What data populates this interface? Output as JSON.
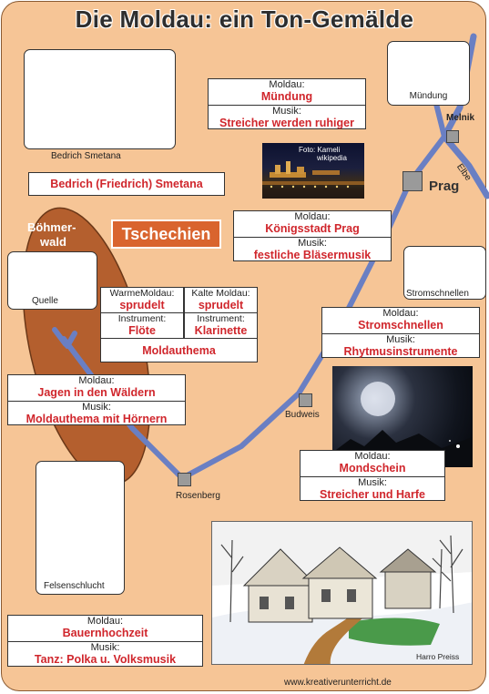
{
  "title": "Die Moldau: ein Ton-Gemälde",
  "footer_url": "www.kreativerunterricht.de",
  "photos": {
    "smetana": "Bedrich Smetana",
    "muendung": "Mündung",
    "quelle": "Quelle",
    "stromschnellen": "Stromschnellen",
    "felsenschlucht": "Felsenschlucht"
  },
  "photo_credit": {
    "line1": "Foto: Karneli",
    "line2": "wikipedia"
  },
  "illustration_credit": "Harro Preiss",
  "composer_name": "Bedrich (Friedrich) Smetana",
  "country": "Tschechien",
  "region": {
    "line1": "Böhmer-",
    "line2": "wald"
  },
  "map_labels": {
    "melnik": "Melnik",
    "elbe": "Elbe",
    "prag": "Prag",
    "budweis": "Budweis",
    "rosenberg": "Rosenberg"
  },
  "sections": {
    "muendung": {
      "moldau_label": "Moldau:",
      "moldau_value": "Mündung",
      "musik_label": "Musik:",
      "musik_value": "Streicher werden ruhiger"
    },
    "koenigsstadt": {
      "moldau_label": "Moldau:",
      "moldau_value": "Königsstadt Prag",
      "musik_label": "Musik:",
      "musik_value": "festliche Bläsermusik"
    },
    "stromschnellen": {
      "moldau_label": "Moldau:",
      "moldau_value": "Stromschnellen",
      "musik_label": "Musik:",
      "musik_value": "Rhytmusinstrumente"
    },
    "jagen": {
      "moldau_label": "Moldau:",
      "moldau_value": "Jagen in den Wäldern",
      "musik_label": "Musik:",
      "musik_value": "Moldauthema mit Hörnern"
    },
    "mondschein": {
      "moldau_label": "Moldau:",
      "moldau_value": "Mondschein",
      "musik_label": "Musik:",
      "musik_value": "Streicher und Harfe"
    },
    "bauernhochzeit": {
      "moldau_label": "Moldau:",
      "moldau_value": "Bauernhochzeit",
      "musik_label": "Musik:",
      "musik_value": "Tanz: Polka u. Volksmusik"
    }
  },
  "quelle_grid": {
    "warm_label": "WarmeMoldau:",
    "warm_value": "sprudelt",
    "kalt_label": "Kalte Moldau:",
    "kalt_value": "sprudelt",
    "instr1_label": "Instrument:",
    "instr1_value": "Flöte",
    "instr2_label": "Instrument:",
    "instr2_value": "Klarinette",
    "theme": "Moldauthema"
  },
  "colors": {
    "board": "#f6c596",
    "river": "#6a7fc3",
    "forest": "#b45f2e",
    "accent_red": "#d0262c",
    "country_bg": "#d9642e"
  }
}
